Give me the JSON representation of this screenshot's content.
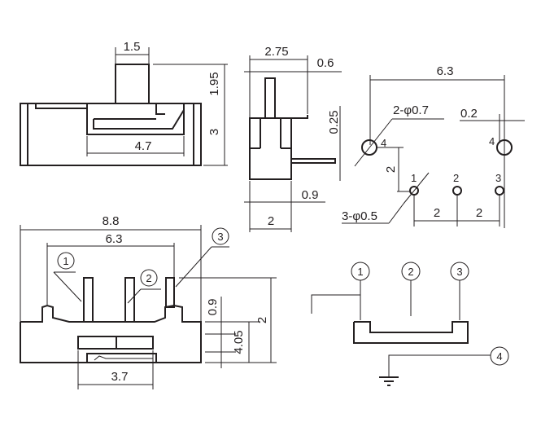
{
  "front_view": {
    "stem_width": "1.5",
    "stem_height": "1.95",
    "body_height": "3",
    "slot_width": "4.7"
  },
  "side_view": {
    "depth": "2.75",
    "flange": "0.6",
    "pin_thickness": "0.25",
    "offset": "0.9",
    "body_depth": "2"
  },
  "footprint": {
    "span": "6.3",
    "large_holes": "2-φ0.7",
    "small_holes": "3-φ0.5",
    "clearance": "0.2",
    "row_spacing": "2",
    "pitch_1": "2",
    "pitch_2": "2",
    "hole_labels": [
      "4",
      "4",
      "1",
      "2",
      "3"
    ]
  },
  "bottom_view": {
    "overall_width": "8.8",
    "pin_span": "6.3",
    "pin_height": "0.9",
    "body_height": "4.05",
    "total_height": "2",
    "slot_width": "3.7",
    "pin_labels": [
      "1",
      "2",
      "3"
    ]
  },
  "schematic": {
    "terminals": [
      "1",
      "2",
      "3",
      "4"
    ]
  }
}
